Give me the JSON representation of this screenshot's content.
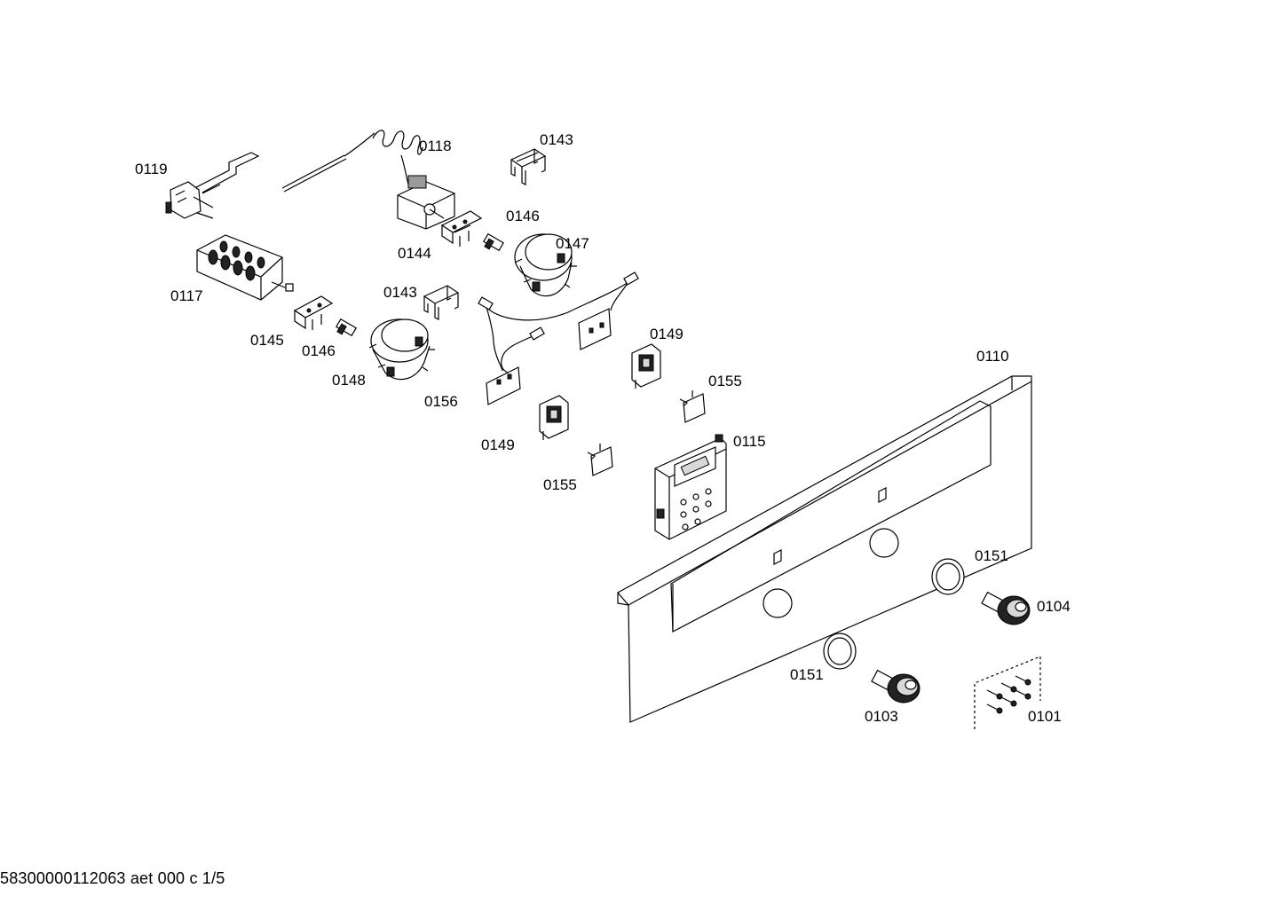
{
  "drawing_id": "58300000112063 aet 000 c 1/5",
  "parts": [
    {
      "id": "p0119",
      "label": "0119"
    },
    {
      "id": "p0118",
      "label": "0118"
    },
    {
      "id": "p0143a",
      "label": "0143"
    },
    {
      "id": "p0146a",
      "label": "0146"
    },
    {
      "id": "p0144",
      "label": "0144"
    },
    {
      "id": "p0147",
      "label": "0147"
    },
    {
      "id": "p0117",
      "label": "0117"
    },
    {
      "id": "p0143b",
      "label": "0143"
    },
    {
      "id": "p0145",
      "label": "0145"
    },
    {
      "id": "p0146b",
      "label": "0146"
    },
    {
      "id": "p0148",
      "label": "0148"
    },
    {
      "id": "p0156",
      "label": "0156"
    },
    {
      "id": "p0149a",
      "label": "0149"
    },
    {
      "id": "p0149b",
      "label": "0149"
    },
    {
      "id": "p0155a",
      "label": "0155"
    },
    {
      "id": "p0155b",
      "label": "0155"
    },
    {
      "id": "p0115",
      "label": "0115"
    },
    {
      "id": "p0110",
      "label": "0110"
    },
    {
      "id": "p0151a",
      "label": "0151"
    },
    {
      "id": "p0104",
      "label": "0104"
    },
    {
      "id": "p0151b",
      "label": "0151"
    },
    {
      "id": "p0103",
      "label": "0103"
    },
    {
      "id": "p0101",
      "label": "0101"
    }
  ]
}
